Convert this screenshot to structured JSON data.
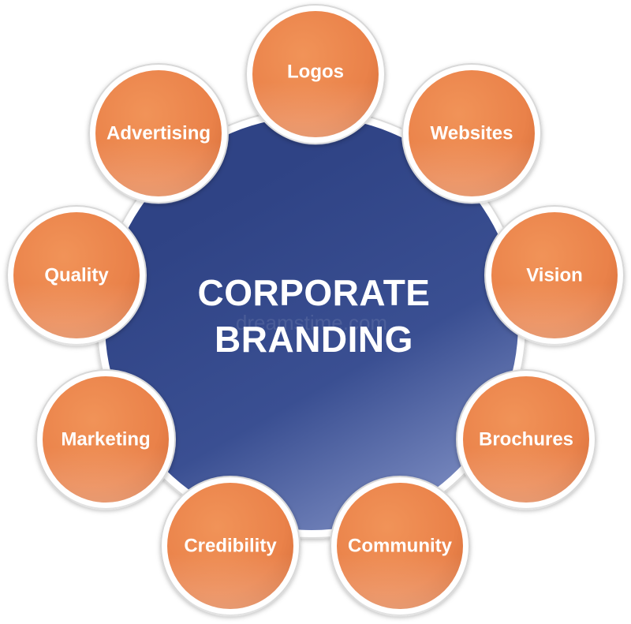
{
  "diagram": {
    "center": {
      "lines": [
        "CORPORATE",
        "BRANDING"
      ],
      "color": "#34478a"
    },
    "watermark": "dreamstime.com",
    "node_color": "#e8773a",
    "ring_color": "#ffffff",
    "nodes": [
      {
        "key": "logos",
        "label": "Logos"
      },
      {
        "key": "websites",
        "label": "Websites"
      },
      {
        "key": "vision",
        "label": "Vision"
      },
      {
        "key": "brochures",
        "label": "Brochures"
      },
      {
        "key": "community",
        "label": "Community"
      },
      {
        "key": "credibility",
        "label": "Credibility"
      },
      {
        "key": "marketing",
        "label": "Marketing"
      },
      {
        "key": "quality",
        "label": "Quality"
      },
      {
        "key": "advertising",
        "label": "Advertising"
      }
    ]
  }
}
